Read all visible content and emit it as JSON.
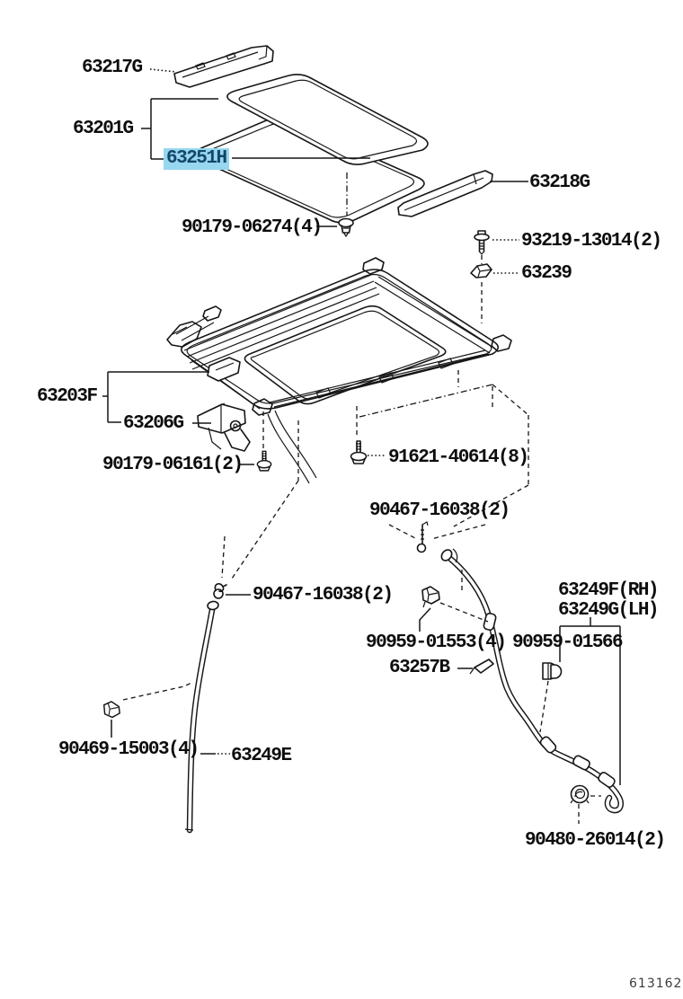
{
  "page": {
    "background": "#ffffff",
    "footer_code": "613162"
  },
  "diagram": {
    "line_color": "#161616",
    "highlight": {
      "bg": "#97d7ef",
      "fg": "#14476b"
    },
    "parts": [
      {
        "label": "63217G",
        "highlighted": false
      },
      {
        "label": "63201G",
        "highlighted": false
      },
      {
        "label": "63251H",
        "highlighted": true
      },
      {
        "label": "63218G",
        "highlighted": false
      },
      {
        "label": "90179-06274(4)",
        "highlighted": false
      },
      {
        "label": "93219-13014(2)",
        "highlighted": false
      },
      {
        "label": "63239",
        "highlighted": false
      },
      {
        "label": "63203F",
        "highlighted": false
      },
      {
        "label": "63206G",
        "highlighted": false
      },
      {
        "label": "90179-06161(2)",
        "highlighted": false
      },
      {
        "label": "91621-40614(8)",
        "highlighted": false
      },
      {
        "label": "90467-16038(2)",
        "highlighted": false
      },
      {
        "label": "90467-16038(2)",
        "highlighted": false
      },
      {
        "label": "63249F(RH)",
        "highlighted": false
      },
      {
        "label": "63249G(LH)",
        "highlighted": false
      },
      {
        "label": "90959-01553(4)",
        "highlighted": false
      },
      {
        "label": "90959-01566",
        "highlighted": false
      },
      {
        "label": "63257B",
        "highlighted": false
      },
      {
        "label": "90469-15003(4)",
        "highlighted": false
      },
      {
        "label": "63249E",
        "highlighted": false
      },
      {
        "label": "90480-26014(2)",
        "highlighted": false
      }
    ]
  }
}
